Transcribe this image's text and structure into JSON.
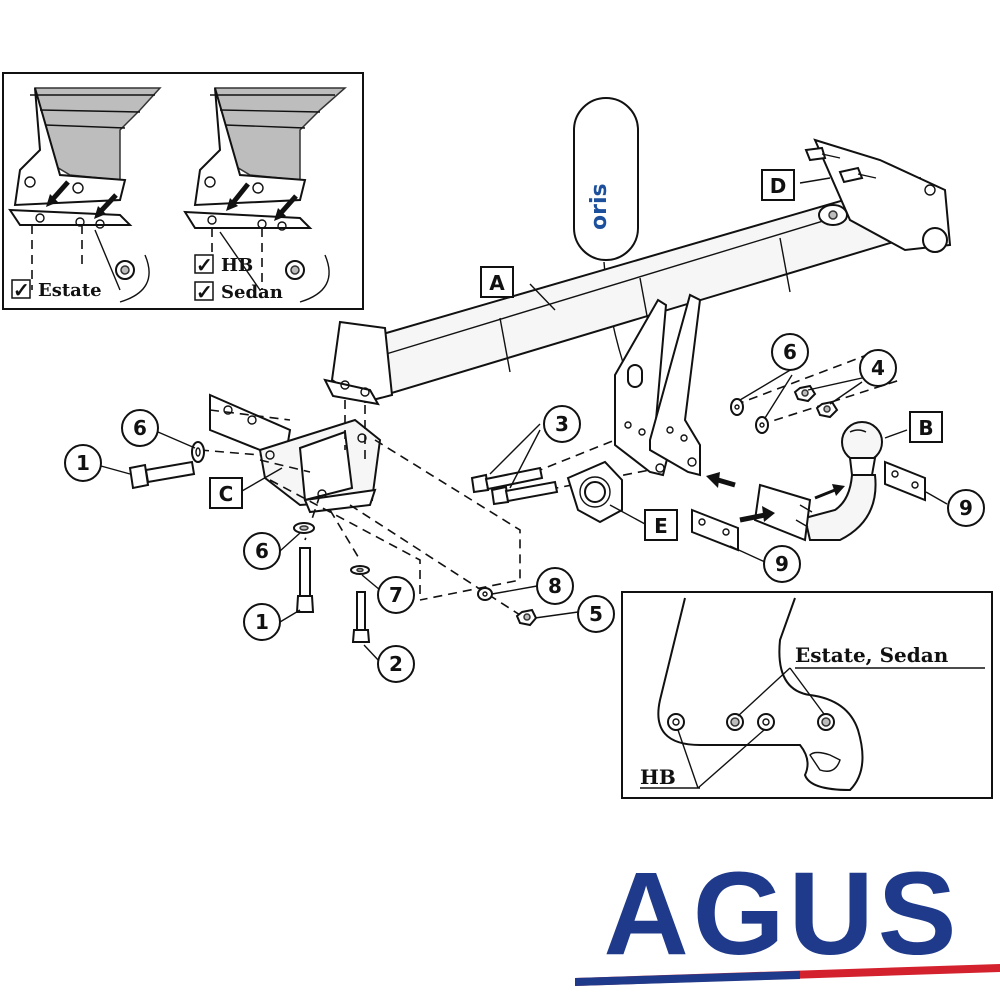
{
  "insets": {
    "top_left": {
      "option_estate": "Estate",
      "option_hb": "HB",
      "option_sedan": "Sedan",
      "check_mark": "✓"
    },
    "bottom_right": {
      "label_estate_sedan": "Estate, Sedan",
      "label_hb": "HB"
    }
  },
  "marker_brand": "oris",
  "assembly_labels": [
    "A",
    "B",
    "C",
    "D",
    "E"
  ],
  "callouts": {
    "c1a": "1",
    "c1b": "1",
    "c2": "2",
    "c3": "3",
    "c4": "4",
    "c5": "5",
    "c6a": "6",
    "c6b": "6",
    "c6c": "6",
    "c7": "7",
    "c8": "8",
    "c9a": "9",
    "c9b": "9"
  },
  "logo": {
    "text": "AGUS",
    "color_primary": "#1f3a8a",
    "color_accent": "#d3212d"
  }
}
